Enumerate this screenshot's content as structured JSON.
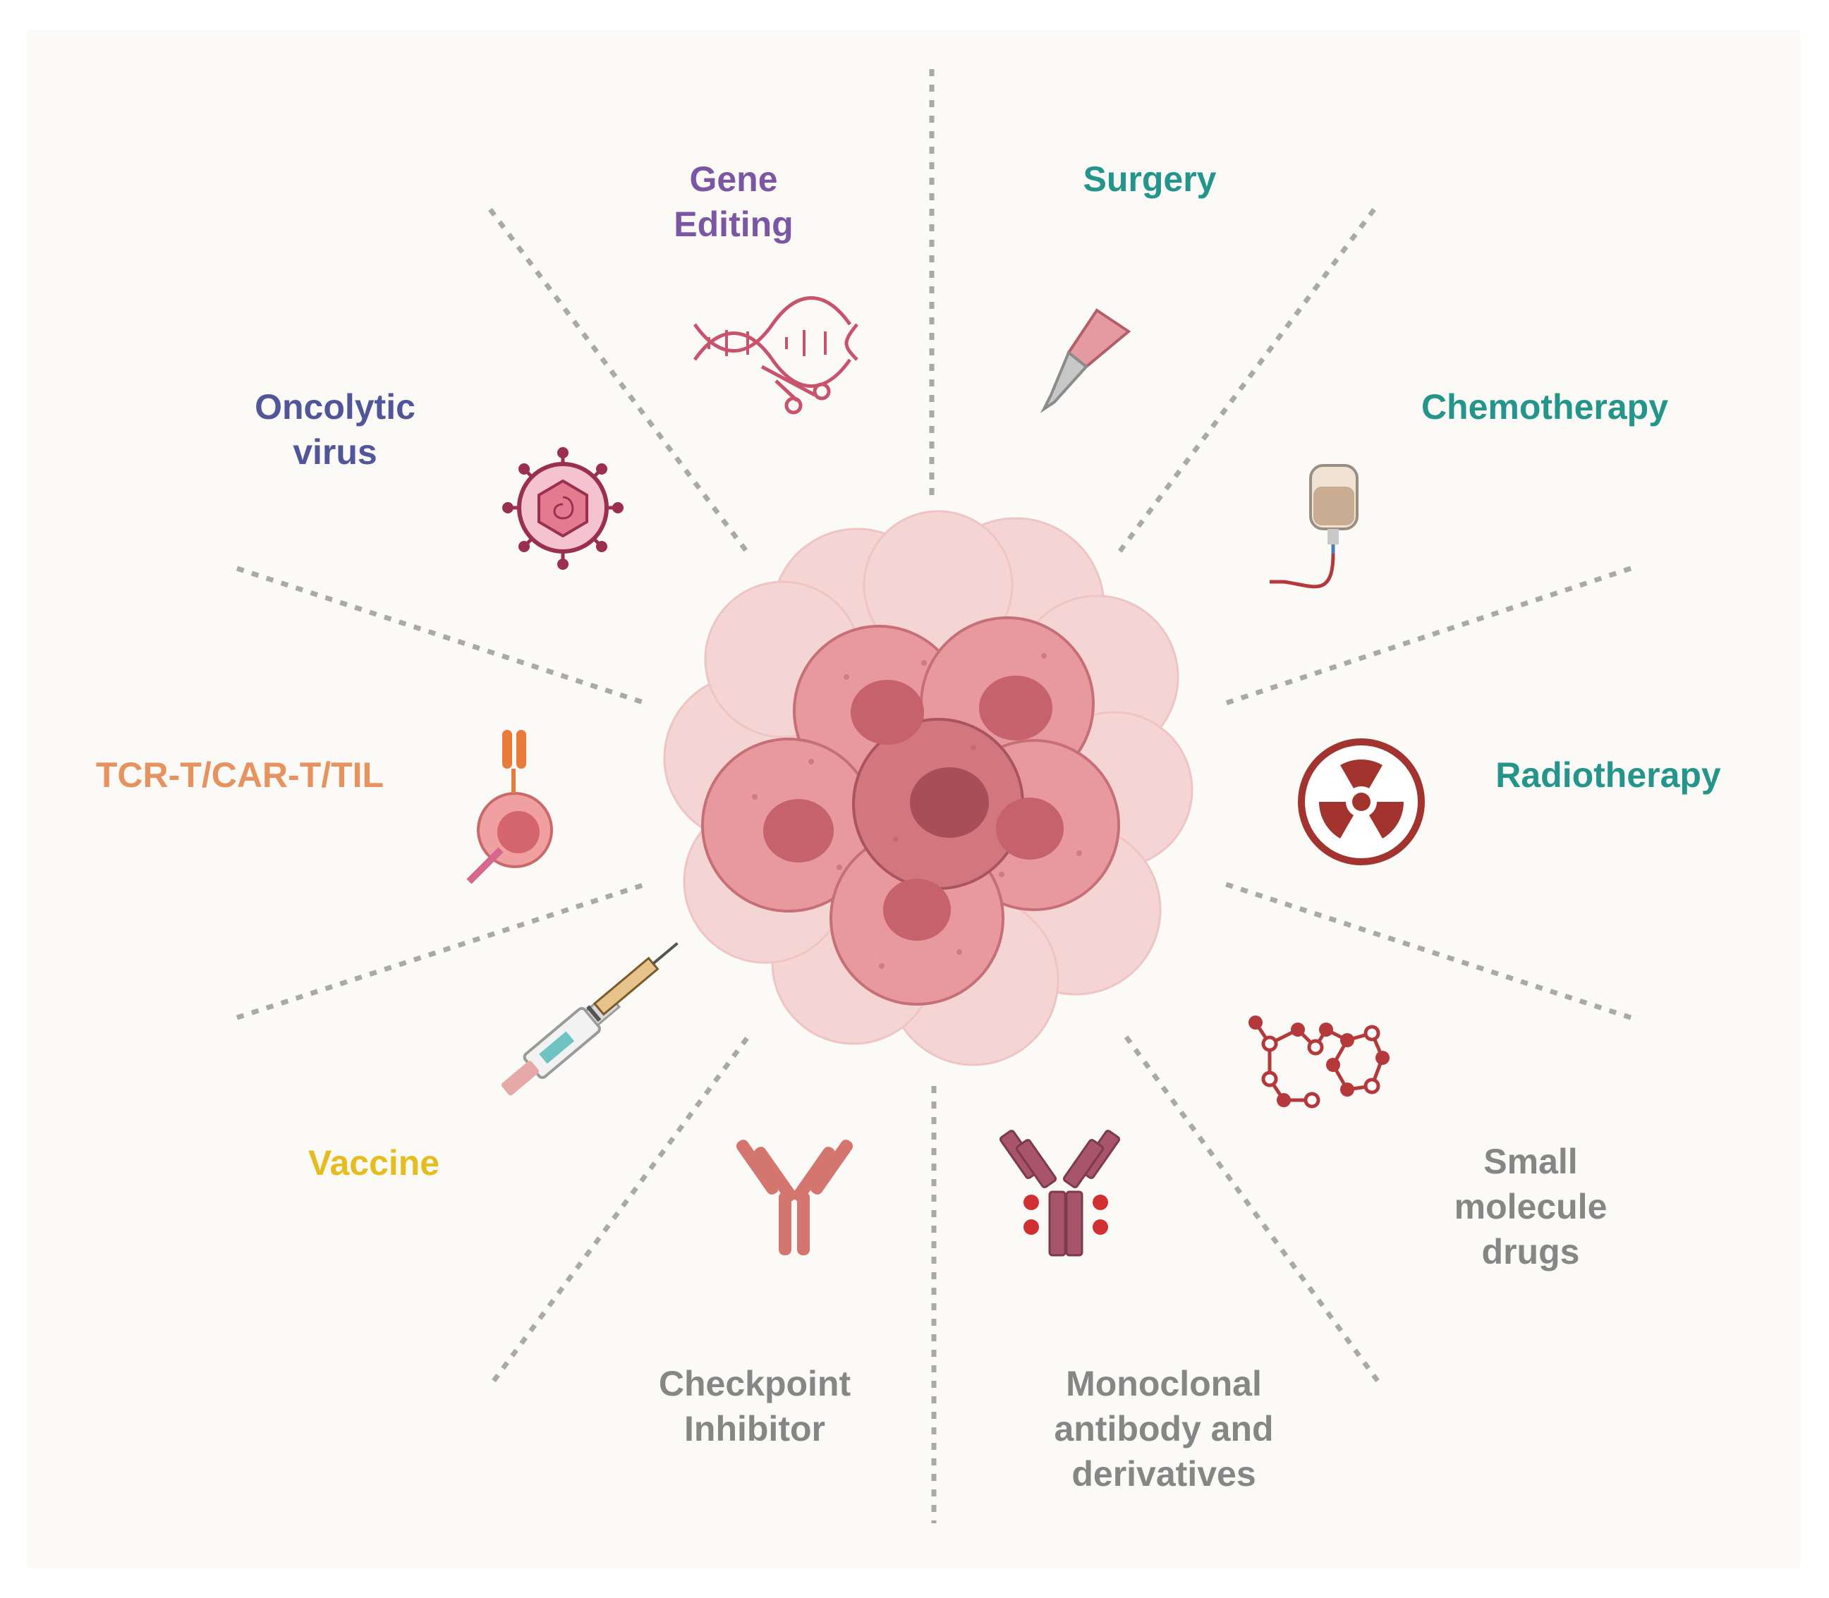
{
  "colors": {
    "background": "#fbfaf7",
    "divider": "#a9a9a9",
    "purple": "#7a56a5",
    "indigo": "#51559a",
    "teal": "#23958a",
    "orange": "#e8935f",
    "yellow": "#e6bd1e",
    "gray": "#868686",
    "icon_red": "#b04a57",
    "icon_dark_red": "#9b2e2e",
    "cell_pink": "#e59096",
    "cell_nucleus": "#c25f66"
  },
  "therapies": {
    "gene_editing": {
      "lines": [
        "Gene",
        "Editing"
      ],
      "icon": "dna-scissors-icon"
    },
    "surgery": {
      "lines": [
        "Surgery"
      ],
      "icon": "scalpel-icon"
    },
    "chemotherapy": {
      "lines": [
        "Chemotherapy"
      ],
      "icon": "iv-bag-icon"
    },
    "radiotherapy": {
      "lines": [
        "Radiotherapy"
      ],
      "icon": "radiation-icon"
    },
    "small_molecule": {
      "lines": [
        "Small",
        "molecule",
        "drugs"
      ],
      "icon": "molecule-icon"
    },
    "monoclonal": {
      "lines": [
        "Monoclonal",
        "antibody and",
        "derivatives"
      ],
      "icon": "antibody-drug-conjugate-icon"
    },
    "checkpoint": {
      "lines": [
        "Checkpoint",
        "Inhibitor"
      ],
      "icon": "antibody-icon"
    },
    "vaccine": {
      "lines": [
        "Vaccine"
      ],
      "icon": "syringe-vial-icon"
    },
    "cell_therapy": {
      "lines": [
        "TCR-T/CAR-T/TIL"
      ],
      "icon": "t-cell-icon"
    },
    "oncolytic": {
      "lines": [
        "Oncolytic",
        "virus"
      ],
      "icon": "virus-icon"
    }
  },
  "center": {
    "icon": "tumor-cell-cluster-icon"
  }
}
